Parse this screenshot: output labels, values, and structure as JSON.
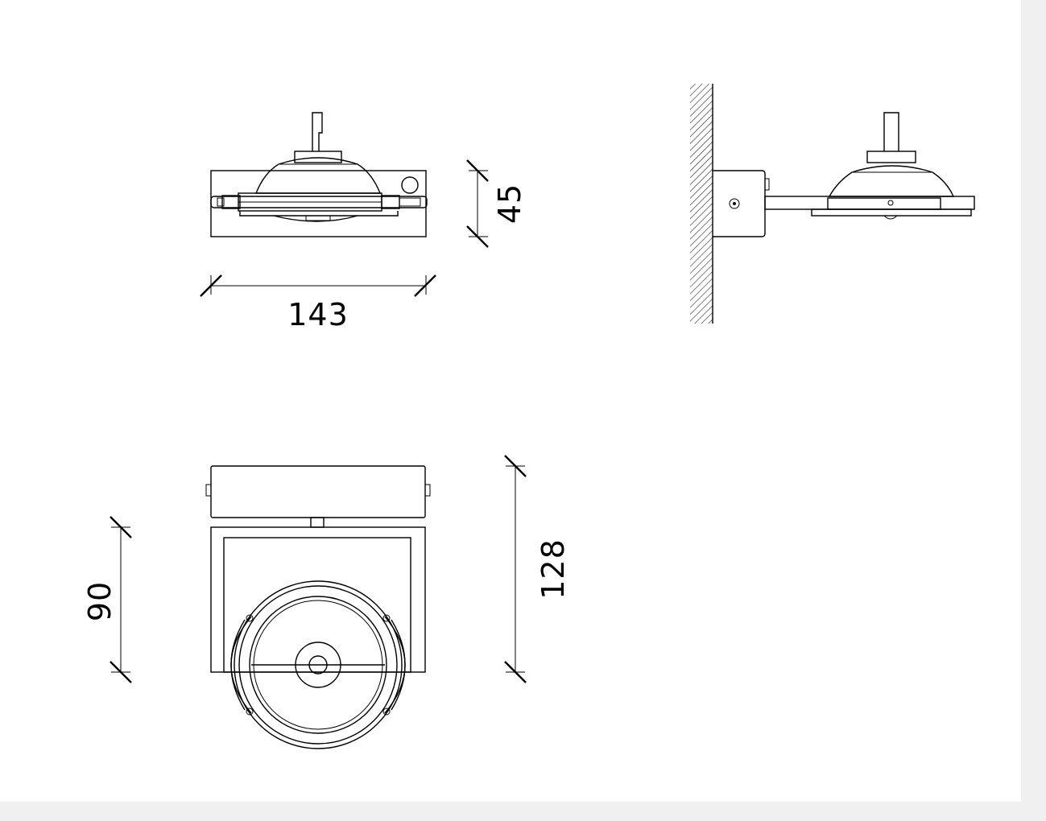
{
  "dimensions": {
    "width_label": "143",
    "height_label": "45",
    "depth_label": "90",
    "length_label": "128"
  }
}
